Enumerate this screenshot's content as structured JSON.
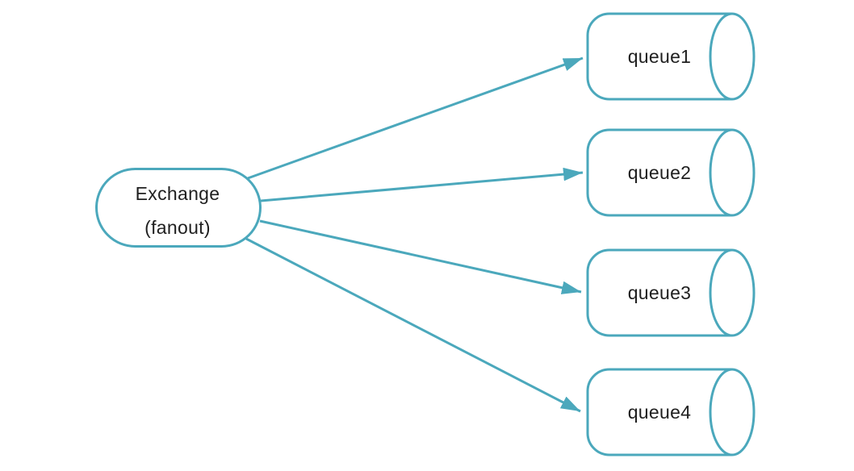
{
  "colors": {
    "accent": "#4BA8BC",
    "text": "#1F1F1F",
    "background": "#FFFFFF"
  },
  "diagram": {
    "exchange": {
      "label": "Exchange",
      "sublabel": "(fanout)"
    },
    "queues": [
      {
        "label": "queue1"
      },
      {
        "label": "queue2"
      },
      {
        "label": "queue3"
      },
      {
        "label": "queue4"
      }
    ],
    "edges": [
      {
        "from": "Exchange (fanout)",
        "to": "queue1"
      },
      {
        "from": "Exchange (fanout)",
        "to": "queue2"
      },
      {
        "from": "Exchange (fanout)",
        "to": "queue3"
      },
      {
        "from": "Exchange (fanout)",
        "to": "queue4"
      }
    ]
  }
}
